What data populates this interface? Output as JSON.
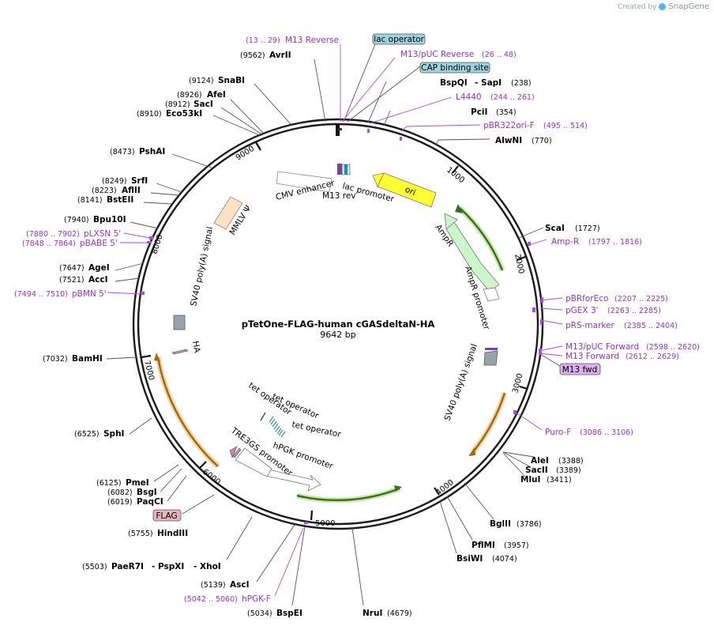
{
  "credit": {
    "created_by": "Created by",
    "brand": "SnapGene"
  },
  "plasmid": {
    "name": "pTetOne-FLAG-human cGASdeltaN-HA",
    "size_label": "9642 bp"
  },
  "ticks": [
    "1000",
    "2000",
    "3000",
    "4000",
    "5000",
    "6000",
    "7000",
    "9000"
  ],
  "boxed_labels": [
    {
      "text": "lac operator",
      "color": "#9fd3dd"
    },
    {
      "text": "CAP binding site",
      "color": "#9fd3dd"
    },
    {
      "text": "M13 fwd",
      "color": "#dcb0f0"
    },
    {
      "text": "FLAG",
      "color": "#e8b4c4"
    }
  ],
  "sites": [
    {
      "name": "AvrII",
      "pos": "(9562)"
    },
    {
      "name": "SnaBI",
      "pos": "(9124)"
    },
    {
      "name": "AfeI",
      "pos": "(8926)"
    },
    {
      "name": "SacI",
      "pos": "(8912)"
    },
    {
      "name": "Eco53kI",
      "pos": "(8910)"
    },
    {
      "name": "PshAI",
      "pos": "(8473)"
    },
    {
      "name": "SrfI",
      "pos": "(8249)"
    },
    {
      "name": "AflII",
      "pos": "(8223)"
    },
    {
      "name": "BstEII",
      "pos": "(8141)"
    },
    {
      "name": "Bpu10I",
      "pos": "(7940)"
    },
    {
      "name": "AgeI",
      "pos": "(7647)"
    },
    {
      "name": "AccI",
      "pos": "(7521)"
    },
    {
      "name": "BamHI",
      "pos": "(7032)"
    },
    {
      "name": "SphI",
      "pos": "(6525)"
    },
    {
      "name": "PmeI",
      "pos": "(6125)"
    },
    {
      "name": "BsgI",
      "pos": "(6082)"
    },
    {
      "name": "PaqCI",
      "pos": "(6019)"
    },
    {
      "name": "HindIII",
      "pos": "(5755)"
    },
    {
      "name": "PaeR7I",
      "pos": "(5503)"
    },
    {
      "name": "- PspXI",
      "pos": ""
    },
    {
      "name": "- XhoI",
      "pos": ""
    },
    {
      "name": "AscI",
      "pos": "(5139)"
    },
    {
      "name": "BspEI",
      "pos": "(5034)"
    },
    {
      "name": "NruI",
      "pos": "(4679)"
    },
    {
      "name": "BsiWI",
      "pos": "(4074)"
    },
    {
      "name": "PflMI",
      "pos": "(3957)"
    },
    {
      "name": "BglII",
      "pos": "(3786)"
    },
    {
      "name": "MluI",
      "pos": "(3411)"
    },
    {
      "name": "SacII",
      "pos": "(3389)"
    },
    {
      "name": "AleI",
      "pos": "(3388)"
    },
    {
      "name": "ScaI",
      "pos": "(1727)"
    },
    {
      "name": "AlwNI",
      "pos": "(770)"
    },
    {
      "name": "PciI",
      "pos": "(354)"
    },
    {
      "name": "BspQI",
      "pos": ""
    },
    {
      "name": "- SapI",
      "pos": "(238)"
    }
  ],
  "primers": [
    {
      "name": "M13 Reverse",
      "pos": "(13 .. 29)"
    },
    {
      "name": "M13/pUC Reverse",
      "pos": "(26 .. 48)"
    },
    {
      "name": "L4440",
      "pos": "(244 .. 261)"
    },
    {
      "name": "pBR322ori-F",
      "pos": "(495 .. 514)"
    },
    {
      "name": "Amp-R",
      "pos": "(1797 .. 1816)"
    },
    {
      "name": "pBRforEco",
      "pos": "(2207 .. 2225)"
    },
    {
      "name": "pGEX 3'",
      "pos": "(2263 .. 2285)"
    },
    {
      "name": "pRS-marker",
      "pos": "(2385 .. 2404)"
    },
    {
      "name": "M13/pUC Forward",
      "pos": "(2598 .. 2620)"
    },
    {
      "name": "M13 Forward",
      "pos": "(2612 .. 2629)"
    },
    {
      "name": "Puro-F",
      "pos": "(3086 .. 3106)"
    },
    {
      "name": "hPGK-F",
      "pos": "(5042 .. 5060)"
    },
    {
      "name": "pLXSN 5'",
      "pos": "(7880 .. 7902)"
    },
    {
      "name": "pBABE 5'",
      "pos": "(7848 .. 7864)"
    },
    {
      "name": "pBMN 5'",
      "pos": "(7494 .. 7510)"
    }
  ],
  "features": [
    {
      "name": "CMV enhancer"
    },
    {
      "name": "lac promoter"
    },
    {
      "name": "M13 rev"
    },
    {
      "name": "ori"
    },
    {
      "name": "AmpR"
    },
    {
      "name": "AmpR promoter"
    },
    {
      "name": "SV40 poly(A) signal"
    },
    {
      "name": "MMLV Ψ"
    },
    {
      "name": "SV40 poly(A) signal"
    },
    {
      "name": "HA"
    },
    {
      "name": "tet operator"
    },
    {
      "name": "tet operator"
    },
    {
      "name": "tet operator"
    },
    {
      "name": "hPGK promoter"
    },
    {
      "name": "TRE3GS promoter"
    }
  ]
}
